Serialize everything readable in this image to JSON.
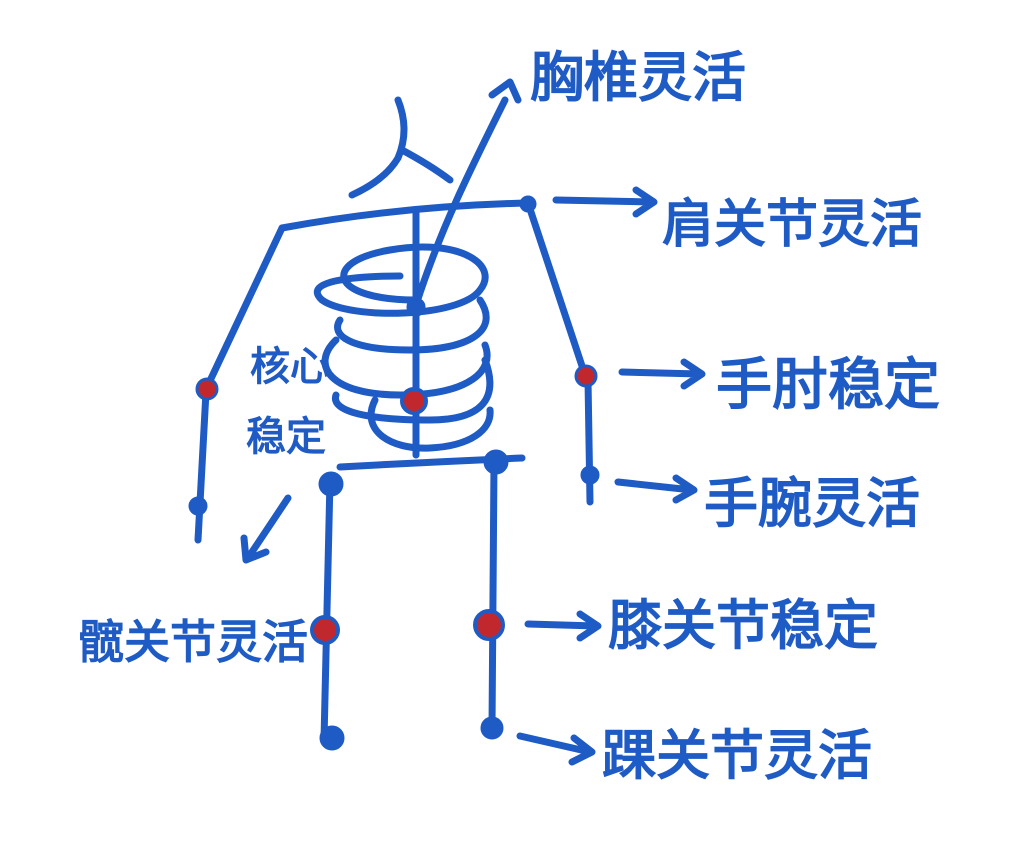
{
  "labels": {
    "title_char": "人",
    "thoracic": "胸椎灵活",
    "shoulder": "肩关节灵活",
    "elbow": "手肘稳定",
    "wrist": "手腕灵活",
    "core_line1": "核心",
    "core_line2": "稳定",
    "hip": "髋关节灵活",
    "knee": "膝关节稳定",
    "ankle": "踝关节灵活"
  },
  "colors": {
    "ink": "#1f5bc4",
    "stable_joint": "#c0282d",
    "background": "#ffffff"
  },
  "legend_meaning": {
    "red_joint": "稳定",
    "blue_joint": "灵活"
  }
}
